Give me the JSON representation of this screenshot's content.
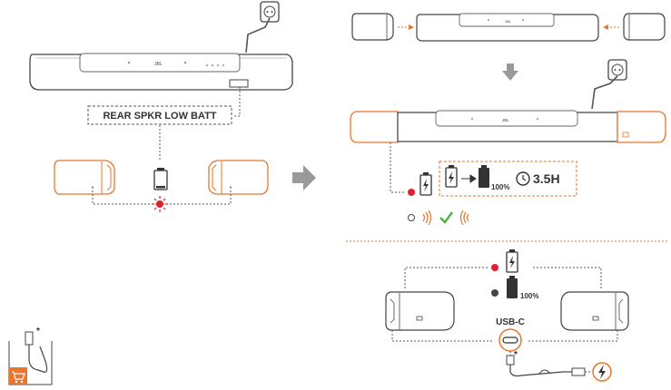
{
  "callout_label": "REAR SPKR LOW BATT",
  "battery_full_percent": "100%",
  "runtime_label": "3.5H",
  "usb_label": "USB-C",
  "footnote_mark": "*",
  "colors": {
    "accent_orange": "#e8762c",
    "led_red": "#e0202e",
    "check_green": "#4bb543",
    "line_gray": "#555555",
    "arrow_gray": "#9a9a9a"
  }
}
